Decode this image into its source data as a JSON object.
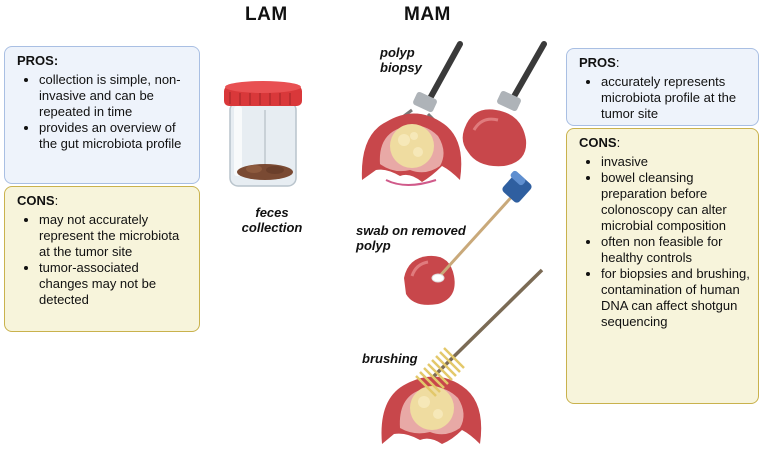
{
  "headings": {
    "left": "LAM",
    "right": "MAM"
  },
  "left_pros": {
    "title_bold": "PROS:",
    "title_rest": "",
    "items": [
      "collection is simple, non-invasive and can be repeated in time",
      "provides an overview of the gut microbiota profile"
    ]
  },
  "left_cons": {
    "title_bold": "CONS",
    "title_rest": ":",
    "items": [
      "may not accurately represent the microbiota at the tumor site",
      "tumor-associated changes may not be detected"
    ]
  },
  "right_pros": {
    "title_bold": "PROS",
    "title_rest": ":",
    "items": [
      "accurately represents microbiota profile at the tumor site"
    ]
  },
  "right_cons": {
    "title_bold": "CONS",
    "title_rest": ":",
    "items": [
      "invasive",
      "bowel cleansing preparation before colonoscopy can alter microbial composition",
      "often non feasible for healthy controls",
      "for biopsies and brushing, contamination of human DNA can affect shotgun sequencing"
    ]
  },
  "labels": {
    "feces": "feces collection",
    "biopsy": "polyp biopsy",
    "swab": "swab on removed polyp",
    "brushing": "brushing"
  },
  "colors": {
    "pros_bg": "#eef3fb",
    "pros_border": "#a9bfe3",
    "cons_bg": "#f7f4db",
    "cons_border": "#c9b24d",
    "jar_lid": "#d9383a",
    "polyp": "#c8474b",
    "tumor": "#efdca0",
    "swab_cap": "#2f5fa0",
    "brush": "#e3c86a"
  }
}
